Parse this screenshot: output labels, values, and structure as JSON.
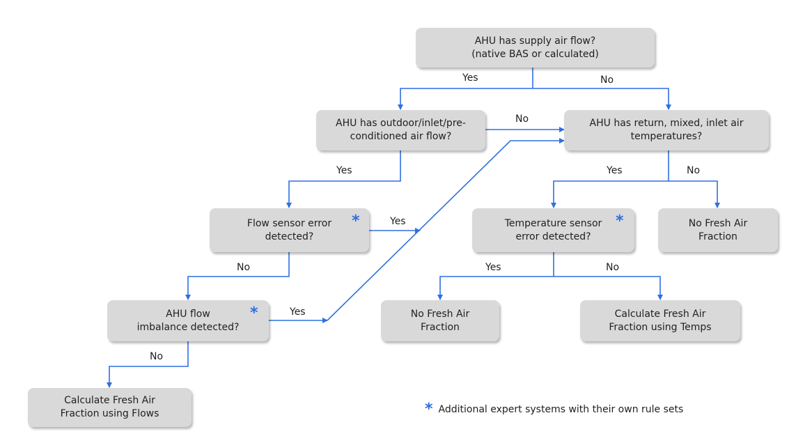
{
  "nodes": {
    "supply_air_flow": "AHU has supply air flow?\n(native BAS or calculated)",
    "outdoor_air_flow": "AHU has outdoor/inlet/pre-\nconditioned air flow?",
    "air_temperatures": "AHU has return,  mixed, inlet air\ntemperatures?",
    "flow_sensor_error": "Flow sensor error\ndetected?",
    "temp_sensor_error": "Temperature sensor\nerror detected?",
    "no_fresh_air_1": "No Fresh Air\nFraction",
    "flow_imbalance": "AHU flow\nimbalance detected?",
    "no_fresh_air_2": "No Fresh Air\nFraction",
    "calc_temps": "Calculate Fresh Air\nFraction using Temps",
    "calc_flows": "Calculate Fresh Air\nFraction using Flows"
  },
  "edge_labels": {
    "supply_yes": "Yes",
    "supply_no": "No",
    "outdoor_no": "No",
    "outdoor_yes": "Yes",
    "temps_yes": "Yes",
    "temps_no": "No",
    "flow_err_yes": "Yes",
    "temp_err_yes": "Yes",
    "temp_err_no": "No",
    "flow_err_no": "No",
    "imbalance_yes": "Yes",
    "imbalance_no": "No"
  },
  "marker_symbol": "*",
  "legend": {
    "symbol": "*",
    "text": "Additional expert systems with their own rule sets"
  },
  "colors": {
    "connector": "#2f6fe0",
    "box_fill": "#d9d9d9",
    "asterisk": "#2f6fe0"
  }
}
